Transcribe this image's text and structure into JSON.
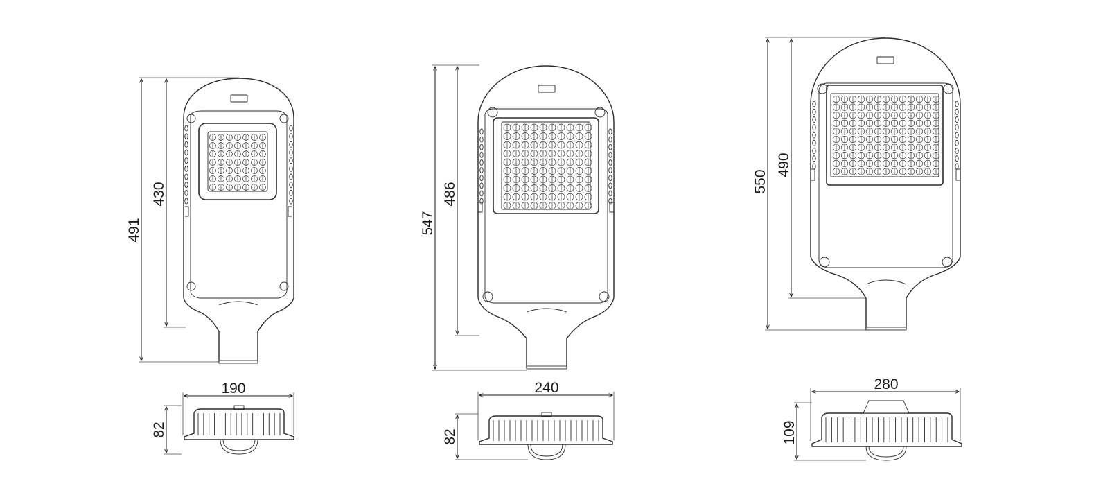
{
  "luminaires": [
    {
      "id": "small",
      "overall_height": "491",
      "body_height": "430",
      "width": "190",
      "depth": "82"
    },
    {
      "id": "medium",
      "overall_height": "547",
      "body_height": "486",
      "width": "240",
      "depth": "82"
    },
    {
      "id": "large",
      "overall_height": "550",
      "body_height": "490",
      "width": "280",
      "depth": "109"
    }
  ],
  "colors": {
    "line": "#2b2b2b",
    "background": "#ffffff"
  }
}
